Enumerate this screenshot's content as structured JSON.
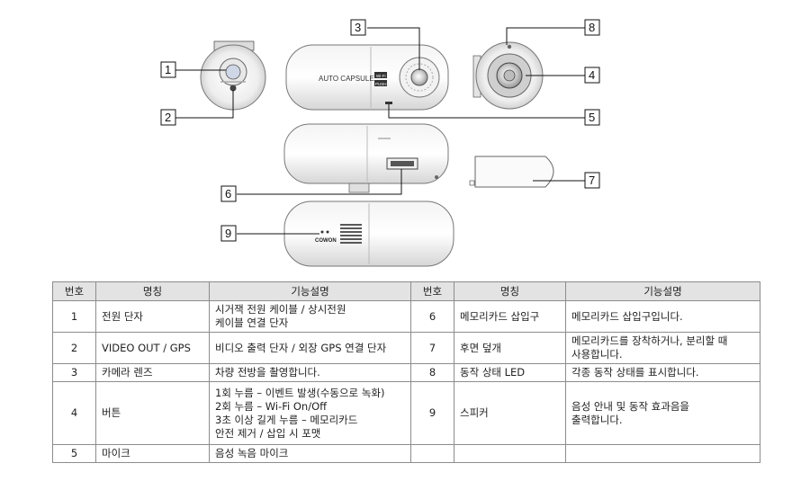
{
  "diagram": {
    "device_label": "AUTO CAPSULE",
    "mini_labels": [
      "Wi-Fi",
      "PUSH"
    ],
    "brand_label": "COWON",
    "callouts": [
      "1",
      "2",
      "3",
      "4",
      "5",
      "6",
      "7",
      "8",
      "9"
    ]
  },
  "table": {
    "headers": [
      "번호",
      "명칭",
      "기능설명",
      "번호",
      "명칭",
      "기능설명"
    ],
    "rows": [
      {
        "left": {
          "num": "1",
          "name": "전원 단자",
          "desc": "시거잭 전원 케이블 / 상시전원\n케이블 연결 단자"
        },
        "right": {
          "num": "6",
          "name": "메모리카드 삽입구",
          "desc": "메모리카드 삽입구입니다."
        }
      },
      {
        "left": {
          "num": "2",
          "name": "VIDEO OUT / GPS",
          "desc": "비디오 출력 단자 / 외장 GPS 연결 단자"
        },
        "right": {
          "num": "7",
          "name": "후면 덮개",
          "desc": "메모리카드를 장착하거나, 분리할 때\n사용합니다."
        }
      },
      {
        "left": {
          "num": "3",
          "name": "카메라 렌즈",
          "desc": "차량 전방을 촬영합니다."
        },
        "right": {
          "num": "8",
          "name": "동작 상태 LED",
          "desc": "각종 동작 상태를 표시합니다."
        }
      },
      {
        "left": {
          "num": "4",
          "name": "버튼",
          "desc": "1회 누름 – 이벤트 발생(수동으로 녹화)\n2회 누름 – Wi-Fi On/Off\n3초 이상 길게 누름 – 메모리카드\n안전 제거 / 삽입 시 포맷"
        },
        "right": {
          "num": "9",
          "name": "스피커",
          "desc": "음성 안내 및 동작 효과음을\n출력합니다."
        }
      },
      {
        "left": {
          "num": "5",
          "name": "마이크",
          "desc": "음성 녹음 마이크"
        },
        "right": {
          "num": "",
          "name": "",
          "desc": ""
        }
      }
    ]
  }
}
